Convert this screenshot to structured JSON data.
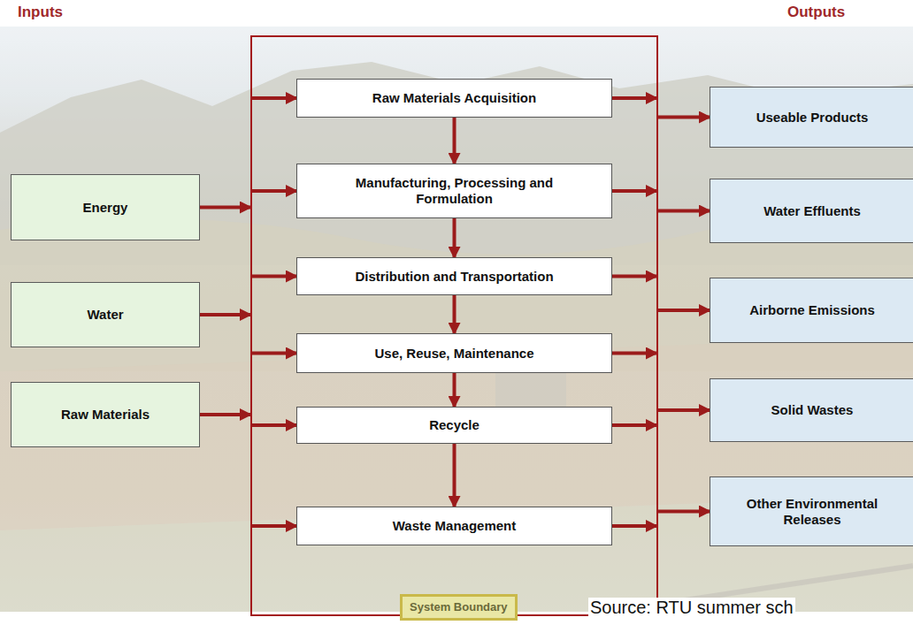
{
  "diagram": {
    "nodes": [
      {
        "text": [
          "System Boundary"
        ]
      },
      {
        "text": [
          "Raw Materials Acquisition"
        ],
        "in": 0
      },
      {
        "text": [
          "Manufacturing, Processing and Formulation"
        ],
        "in": 0
      },
      {
        "text": [
          "Distribution and Transportation"
        ],
        "in": 0
      },
      {
        "text": [
          "Use, Reuse, Maintenance"
        ],
        "in": 0
      },
      {
        "text": [
          "Recycle"
        ],
        "in": 0
      },
      {
        "text": [
          "Waste Management"
        ],
        "in": 0
      },
      {
        "text": [
          "Energy"
        ]
      },
      {
        "text": [
          "Water"
        ]
      },
      {
        "text": [
          "Raw Materials"
        ]
      },
      {
        "text": [
          "Useable Products"
        ]
      },
      {
        "text": [
          "Water Effluents"
        ]
      },
      {
        "text": [
          "Airborne Emissions"
        ]
      },
      {
        "text": [
          "Solid Wastes"
        ]
      },
      {
        "text": [
          "Other Environmental Releases"
        ]
      }
    ],
    "edges": [
      {
        "from": 1,
        "to": 2,
        "arrow": "to"
      },
      {
        "from": 2,
        "to": 3,
        "arrow": "to"
      },
      {
        "from": 3,
        "to": 4,
        "arrow": "to"
      },
      {
        "from": 4,
        "to": 5,
        "arrow": "to"
      },
      {
        "from": 5,
        "to": 6,
        "arrow": "to"
      },
      {
        "from": 7,
        "to": 0,
        "arrow": "to"
      },
      {
        "from": 8,
        "to": 0,
        "arrow": "to"
      },
      {
        "from": 9,
        "to": 0,
        "arrow": "to"
      },
      {
        "from": 0,
        "to": 1,
        "arrow": "to"
      },
      {
        "from": 0,
        "to": 2,
        "arrow": "to"
      },
      {
        "from": 0,
        "to": 3,
        "arrow": "to"
      },
      {
        "from": 0,
        "to": 4,
        "arrow": "to"
      },
      {
        "from": 0,
        "to": 5,
        "arrow": "to"
      },
      {
        "from": 0,
        "to": 6,
        "arrow": "to"
      },
      {
        "from": 1,
        "to": 0,
        "arrow": "to"
      },
      {
        "from": 2,
        "to": 0,
        "arrow": "to"
      },
      {
        "from": 3,
        "to": 0,
        "arrow": "to"
      },
      {
        "from": 4,
        "to": 0,
        "arrow": "to"
      },
      {
        "from": 5,
        "to": 0,
        "arrow": "to"
      },
      {
        "from": 6,
        "to": 0,
        "arrow": "to"
      },
      {
        "from": 0,
        "to": 10,
        "arrow": "to"
      },
      {
        "from": 0,
        "to": 11,
        "arrow": "to"
      },
      {
        "from": 0,
        "to": 12,
        "arrow": "to"
      },
      {
        "from": 0,
        "to": 13,
        "arrow": "to"
      },
      {
        "from": 0,
        "to": 14,
        "arrow": "to"
      }
    ],
    "labels": [
      "Inputs",
      "Outputs",
      "Source: RTU summer sch"
    ]
  }
}
